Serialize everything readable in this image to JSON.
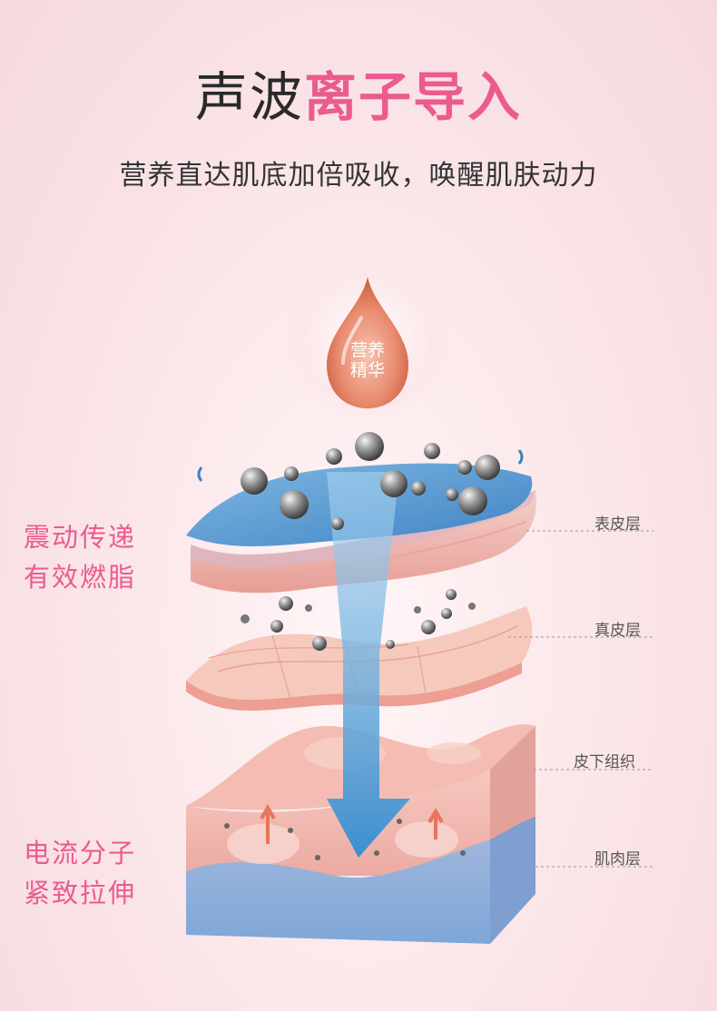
{
  "header": {
    "title_part1": "声波",
    "title_part2": "离子导入",
    "subtitle": "营养直达肌底加倍吸收，唤醒肌肤动力"
  },
  "drop": {
    "line1": "营养",
    "line2": "精华"
  },
  "left_labels": {
    "top_line1": "震动传递",
    "top_line2": "有效燃脂",
    "bottom_line1": "电流分子",
    "bottom_line2": "紧致拉伸"
  },
  "layers": {
    "epidermis": "表皮层",
    "dermis": "真皮层",
    "subcutaneous": "皮下组织",
    "muscle": "肌肉层"
  },
  "colors": {
    "accent_pink": "#ec5b8e",
    "arrow_blue": "#4a9fd8",
    "skin_blue": "#5a9bd0",
    "skin_pink": "#f2b4ad"
  }
}
